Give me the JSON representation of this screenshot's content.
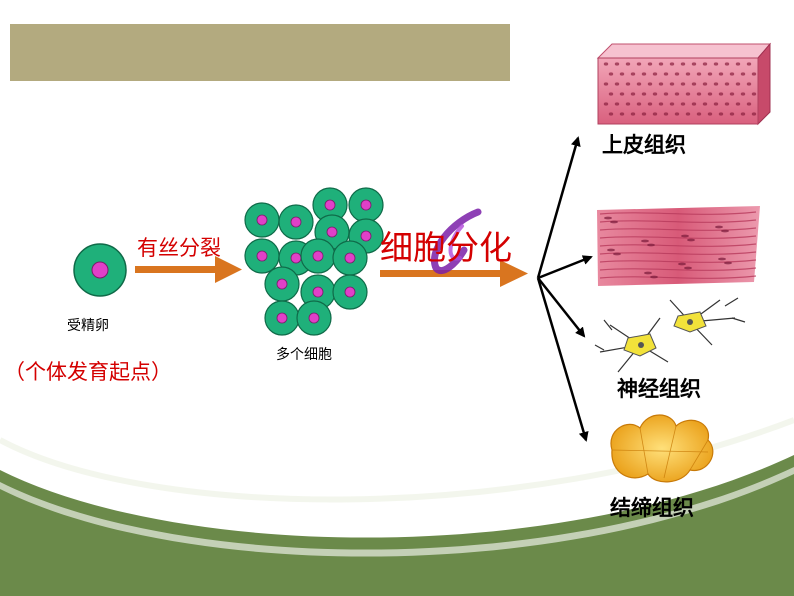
{
  "labels": {
    "zygote": "受精卵",
    "zygote_note": "（个体发育起点）",
    "mitosis": "有丝分裂",
    "many_cells": "多个细胞",
    "differentiation": "细胞分化"
  },
  "tissues": [
    {
      "name": "上皮组织"
    },
    {
      "name": ""
    },
    {
      "name": "神经组织"
    },
    {
      "name": "结缔组织"
    }
  ],
  "colors": {
    "title_bar": "#b3aa7f",
    "cell_fill": "#1fb07a",
    "nucleus": "#e040c8",
    "arrow": "#d9751f",
    "red_text": "#d40000",
    "bottom_band": "#6b8a4a"
  }
}
